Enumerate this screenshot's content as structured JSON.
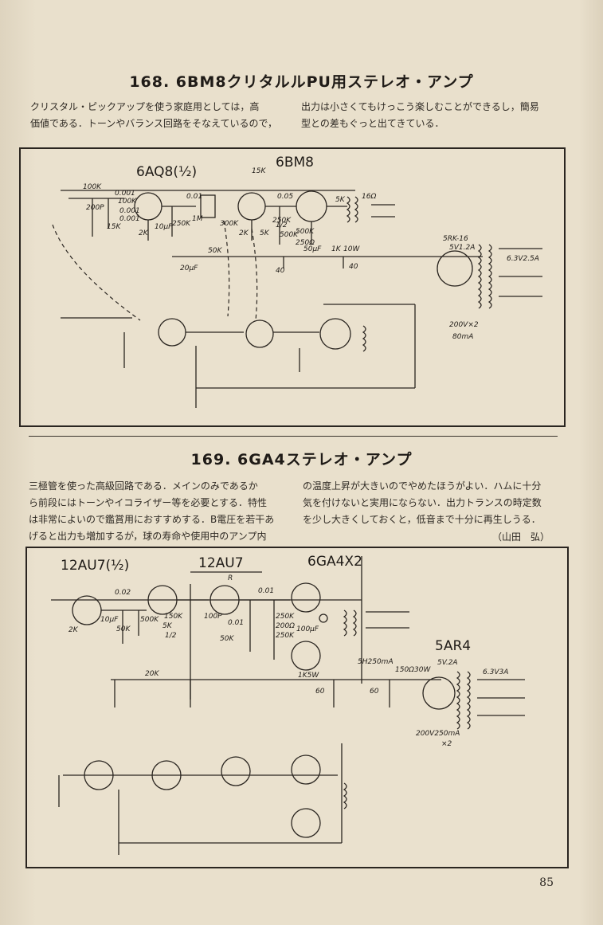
{
  "section1": {
    "heading": "168. 6BM8クリタルルPU用ステレオ・アンプ",
    "text_left": [
      "クリスタル・ピックアップを使う家庭用としては，高",
      "価値である．トーンやバランス回路をそなえているので，"
    ],
    "text_right": [
      "出力は小さくてもけっこう楽しむことができるし，簡易",
      "型との差もぐっと出てきている．"
    ],
    "diagram": {
      "tube_label_1": "6AQ8(½)",
      "tube_label_2": "6BM8",
      "rectifier_label": "5RK-16",
      "rectifier_rating": "5V1.2A",
      "heater_label": "6.3V2.5A",
      "transformer_rating_1": "200V×2",
      "transformer_rating_2": "80mA",
      "component_labels": [
        "100K",
        "0.001",
        "100K",
        "200P",
        "0.001",
        "15K",
        "0.001",
        "2K",
        "10μF",
        "250K",
        "0.01",
        "1M",
        "300K",
        "15K",
        "2K",
        "250K",
        "0.05",
        "500K",
        "250Ω",
        "50μF",
        "5K",
        "16Ω",
        "50K",
        "20μF",
        "40",
        "1K",
        "10W",
        "40",
        "500K",
        "5K",
        "1/2"
      ]
    }
  },
  "section2": {
    "heading": "169. 6GA4ステレオ・アンプ",
    "text_left": [
      "三極管を使った高級回路である．メインのみであるか",
      "ら前段にはトーンやイコライザー等を必要とする．特性",
      "は非常によいので鑑賞用におすすめする．B電圧を若干あ",
      "げると出力も増加するが，球の寿命や使用中のアンプ内"
    ],
    "text_right": [
      "の温度上昇が大きいのでやめたほうがよい．ハムに十分",
      "気を付けないと実用にならない．出力トランスの時定数",
      "を少し大きくしておくと，低音まで十分に再生しうる．"
    ],
    "author": "（山田　弘）",
    "diagram": {
      "tube_label_1": "12AU7(½)",
      "tube_label_2": "12AU7",
      "tube_label_3": "6GA4X2",
      "rectifier_label": "5AR4",
      "rectifier_rating": "5V.2A",
      "heater_label": "6.3V3A",
      "choke_label": "5H250mA",
      "resistor_label": "150Ω30W",
      "transformer_rating_1": "200V250mA",
      "transformer_rating_2": "×2",
      "component_labels": [
        "0.02",
        "500K",
        "10μF",
        "50K",
        "2K",
        "5K",
        "150K",
        "1/2",
        "R",
        "100P",
        "0.01",
        "50K",
        "0.01",
        "250K",
        "200Ω",
        "250K",
        "100μF",
        "1K5W",
        "20K",
        "60",
        "60"
      ]
    }
  },
  "page_number": "85"
}
